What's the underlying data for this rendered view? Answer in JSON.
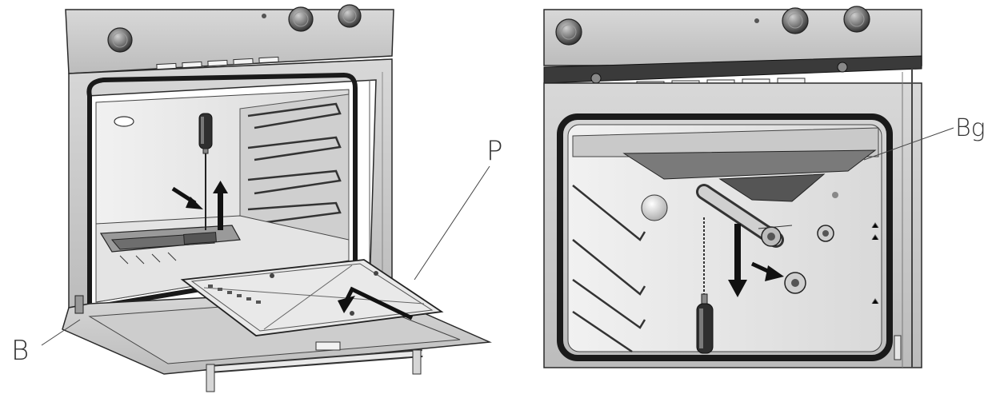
{
  "callouts": {
    "burner": "B",
    "panel": "P",
    "grill_burner": "Bg"
  },
  "colors": {
    "line": "#2a2a2a",
    "steel_light": "#dcdcdc",
    "steel_mid": "#bdbdbd",
    "steel_dark": "#8e8e8e",
    "seal": "#1a1a1a",
    "background": "#ffffff"
  },
  "icons": [
    "screwdriver-icon",
    "arrow-up-icon",
    "arrow-down-icon",
    "arrow-diagonal-icon"
  ]
}
